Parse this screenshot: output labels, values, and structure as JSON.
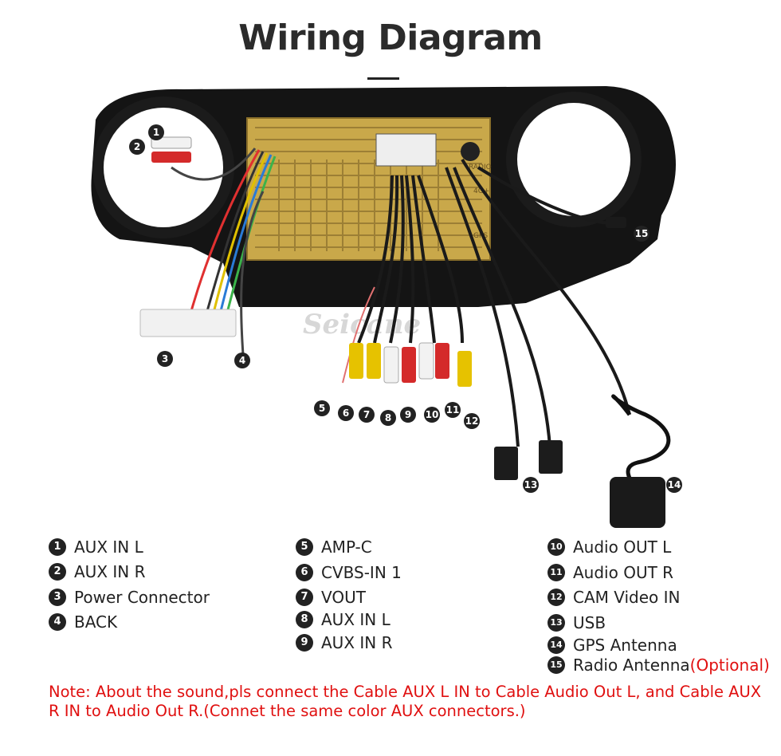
{
  "title": "Wiring Diagram",
  "watermark": "Seicane",
  "unit_labels": {
    "radio": "RADIO",
    "fourg": "4G+",
    "gps": "GPS"
  },
  "legend": [
    {
      "num": "1",
      "label": "AUX IN L"
    },
    {
      "num": "2",
      "label": "AUX IN R"
    },
    {
      "num": "3",
      "label": "Power Connector"
    },
    {
      "num": "4",
      "label": "BACK"
    },
    {
      "num": "5",
      "label": "AMP-C"
    },
    {
      "num": "6",
      "label": "CVBS-IN 1"
    },
    {
      "num": "7",
      "label": "VOUT"
    },
    {
      "num": "8",
      "label": "AUX IN L"
    },
    {
      "num": "9",
      "label": "AUX IN R"
    },
    {
      "num": "10",
      "label": "Audio OUT L"
    },
    {
      "num": "11",
      "label": "Audio OUT R"
    },
    {
      "num": "12",
      "label": "CAM Video IN"
    },
    {
      "num": "13",
      "label": "USB"
    },
    {
      "num": "14",
      "label": "GPS Antenna"
    },
    {
      "num": "15",
      "label": "Radio Antenna",
      "suffix": "(Optional)"
    }
  ],
  "note": "Note: About the sound,pls connect the Cable AUX L IN to Cable Audio Out L, and Cable AUX R IN to  Audio Out R.(Connet the same color AUX connectors.)",
  "colors": {
    "note": "#e01010",
    "badge": "#222222",
    "unit": "#c9a84a",
    "frame": "#111111"
  }
}
